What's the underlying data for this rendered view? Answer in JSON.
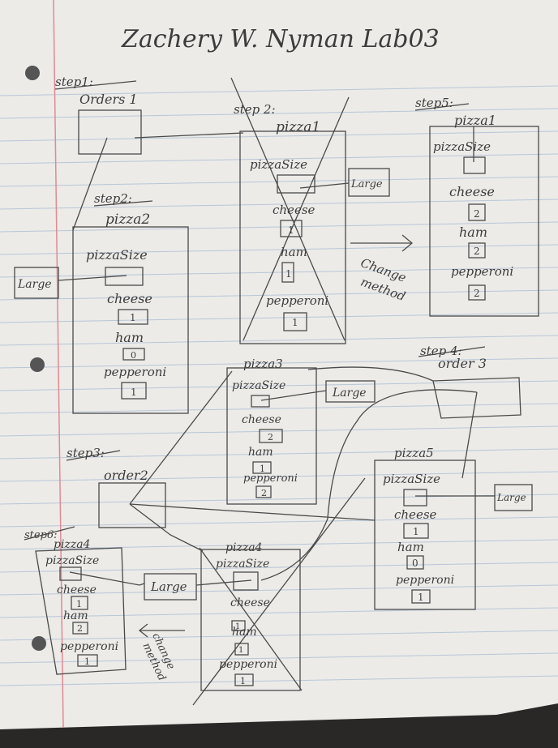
{
  "title": "Zachery W. Nyman  Lab03",
  "steps": {
    "step1": "step1:",
    "step2a": "step 2:",
    "step2b": "step2:",
    "step3": "step3:",
    "step4": "step 4:",
    "step5": "step5:",
    "step6": "step6:"
  },
  "orders": {
    "order1": "Orders 1",
    "order2": "order2",
    "order3": "order 3"
  },
  "pizzas": {
    "pizza1_old": "pizza1",
    "pizza2": "pizza2",
    "pizza1_new": "pizza1",
    "pizza3": "pizza3",
    "pizza5": "pizza5",
    "pizza4_new": "pizza4",
    "pizza4_old": "pizza4"
  },
  "fields": {
    "size": "pizzaSize",
    "cheese": "cheese",
    "ham": "ham",
    "pepperoni": "pepperoni"
  },
  "values": {
    "large": "Large",
    "pizza1_old": [
      "1",
      "1",
      "1"
    ],
    "pizza2": [
      "1",
      "0",
      "1"
    ],
    "pizza1_new": [
      "2",
      "2",
      "2"
    ],
    "pizza3": [
      "2",
      "1",
      "2"
    ],
    "pizza5": [
      "1",
      "0",
      "1"
    ],
    "pizza4_new": [
      "1",
      "2",
      "1"
    ],
    "pizza4_old": [
      "1",
      "1",
      "1"
    ]
  },
  "annotations": {
    "change_method_1": [
      "Change",
      "method"
    ],
    "change_method_2": [
      "change",
      "method"
    ]
  },
  "colors": {
    "paper": "#ecebe8",
    "rule": "#b9c6d6",
    "margin": "#e08a94",
    "pencil": "#4a4a4a"
  }
}
